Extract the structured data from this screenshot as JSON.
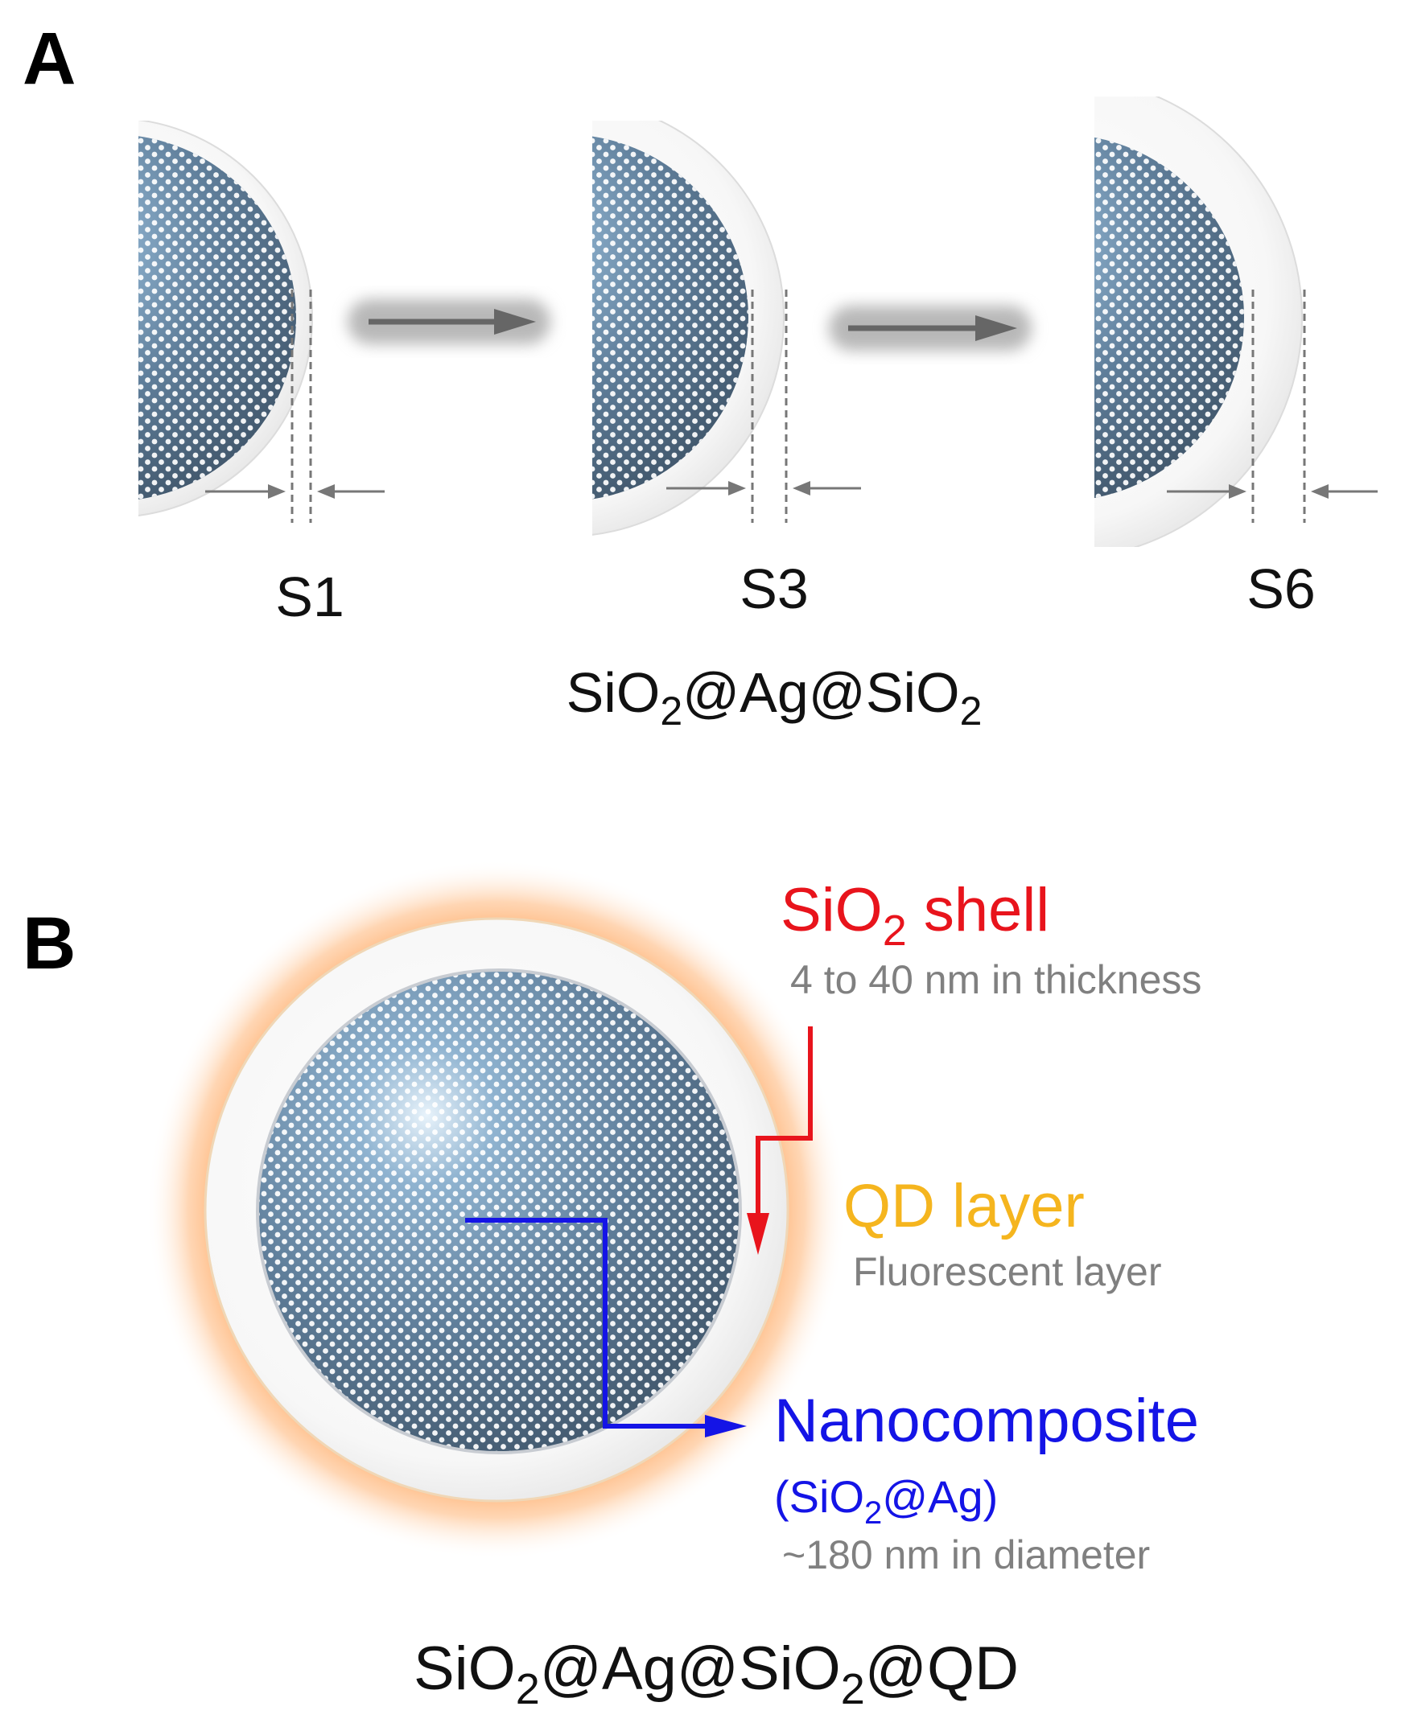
{
  "panel_a": {
    "letter": "A",
    "stages": [
      {
        "label": "S1"
      },
      {
        "label": "S3"
      },
      {
        "label": "S6"
      }
    ],
    "formula": {
      "p1": "SiO",
      "s1": "2",
      "p2": "@Ag@SiO",
      "s2": "2"
    }
  },
  "panel_b": {
    "letter": "B",
    "shell": {
      "t1": "SiO",
      "sub": "2",
      "t2": " shell",
      "note": "4 to 40 nm in thickness",
      "color": "#e8141c"
    },
    "qd": {
      "label": "QD layer",
      "note": "Fluorescent layer",
      "color": "#f5b51e"
    },
    "nano": {
      "label": "Nanocomposite",
      "p1": "(SiO",
      "sub": "2",
      "p2": "@Ag)",
      "note": "~180 nm in diameter",
      "color": "#1414e6"
    },
    "formula": {
      "p1": "SiO",
      "s1": "2",
      "p2": "@Ag@SiO",
      "s2": "2",
      "p3": "@QD"
    }
  },
  "colors": {
    "note_gray": "#808080",
    "arrow_gray": "#666666",
    "text": "#111111"
  }
}
